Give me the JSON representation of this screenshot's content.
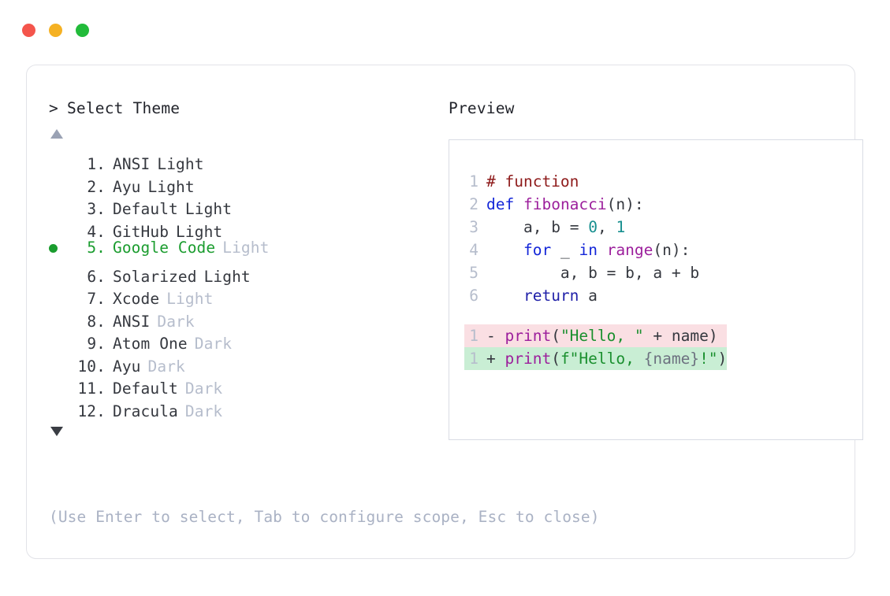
{
  "window": {
    "dots": [
      {
        "name": "close-dot",
        "color": "#f4554c"
      },
      {
        "name": "minimize-dot",
        "color": "#f5b123"
      },
      {
        "name": "maximize-dot",
        "color": "#22bb3a"
      }
    ]
  },
  "prompt": {
    "chevron": ">",
    "title": "Select Theme"
  },
  "scroll": {
    "up": "▲",
    "down": "▼"
  },
  "selection": {
    "selected_index": 5,
    "bullet": "●",
    "accent_color": "#1a9c2e"
  },
  "themes": [
    {
      "index": "1.",
      "name": "ANSI",
      "tag": "Light",
      "tag_muted": false,
      "selected": false
    },
    {
      "index": "2.",
      "name": "Ayu",
      "tag": "Light",
      "tag_muted": false,
      "selected": false
    },
    {
      "index": "3.",
      "name": "Default",
      "tag": "Light",
      "tag_muted": false,
      "selected": false
    },
    {
      "index": "4.",
      "name": "GitHub",
      "tag": "Light",
      "tag_muted": false,
      "selected": false
    },
    {
      "index": "5.",
      "name": "Google Code",
      "tag": "Light",
      "tag_muted": true,
      "selected": true
    },
    {
      "index": "6.",
      "name": "Solarized",
      "tag": "Light",
      "tag_muted": false,
      "selected": false
    },
    {
      "index": "7.",
      "name": "Xcode",
      "tag": "Light",
      "tag_muted": true,
      "selected": false
    },
    {
      "index": "8.",
      "name": "ANSI",
      "tag": "Dark",
      "tag_muted": true,
      "selected": false
    },
    {
      "index": "9.",
      "name": "Atom One",
      "tag": "Dark",
      "tag_muted": true,
      "selected": false
    },
    {
      "index": "10.",
      "name": "Ayu",
      "tag": "Dark",
      "tag_muted": true,
      "selected": false
    },
    {
      "index": "11.",
      "name": "Default",
      "tag": "Dark",
      "tag_muted": true,
      "selected": false
    },
    {
      "index": "12.",
      "name": "Dracula",
      "tag": "Dark",
      "tag_muted": true,
      "selected": false
    }
  ],
  "preview": {
    "label": "Preview",
    "code_lines": [
      {
        "lineno": "1",
        "text": "# function"
      },
      {
        "lineno": "2",
        "text": "def fibonacci(n):"
      },
      {
        "lineno": "3",
        "text": "    a, b = 0, 1"
      },
      {
        "lineno": "4",
        "text": "    for _ in range(n):"
      },
      {
        "lineno": "5",
        "text": "        a, b = b, a + b"
      },
      {
        "lineno": "6",
        "text": "    return a"
      }
    ],
    "diff_lines": [
      {
        "lineno": "1",
        "marker": "-",
        "text": "print(\"Hello, \" + name)",
        "kind": "removed",
        "bg": "#fadfe3"
      },
      {
        "lineno": "1",
        "marker": "+",
        "text": "print(f\"Hello, {name}!\")",
        "kind": "added",
        "bg": "#c9eed4"
      }
    ]
  },
  "footer": {
    "hint": "(Use Enter to select, Tab to configure scope, Esc to close)"
  }
}
